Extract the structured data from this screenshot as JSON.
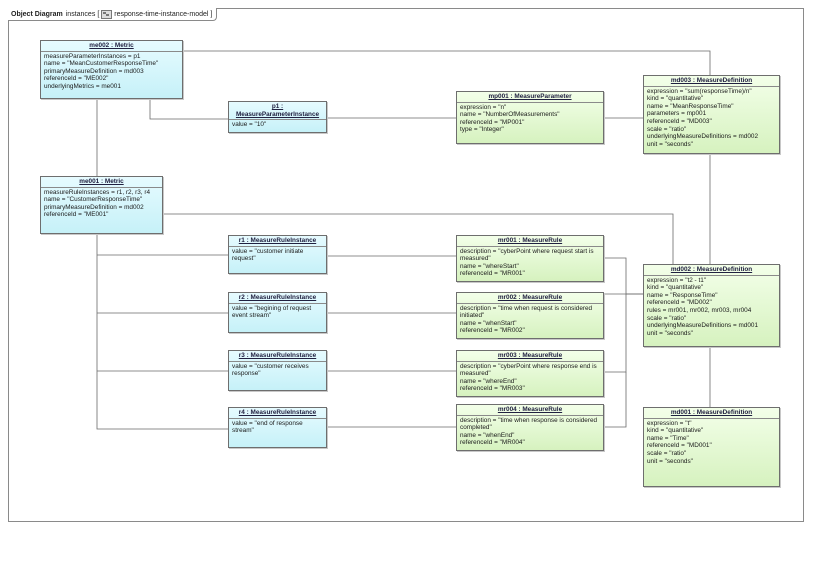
{
  "frame": {
    "kind": "Object Diagram",
    "name": "instances",
    "model": "response-time-instance-model"
  },
  "objects": {
    "me002": {
      "title": "me002 : Metric",
      "attrs": [
        "measureParameterInstances = p1",
        "name = \"MeanCustomerResponseTime\"",
        "primaryMeasureDefinition = md003",
        "referenceId = \"ME002\"",
        "underlyingMetrics = me001"
      ]
    },
    "p1": {
      "title": "p1 : MeasureParameterInstance",
      "attrs": [
        "value = \"10\""
      ]
    },
    "mp001": {
      "title": "mp001 : MeasureParameter",
      "attrs": [
        "expression = \"n\"",
        "name = \"NumberOfMeasurements\"",
        "referenceId = \"MP001\"",
        "type = \"Integer\""
      ]
    },
    "md003": {
      "title": "md003 : MeasureDefinition",
      "attrs": [
        "expression = \"sum(responseTime)/n\"",
        "kind = \"quantitative\"",
        "name = \"MeanResponseTime\"",
        "parameters = mp001",
        "referenceId = \"MD003\"",
        "scale = \"ratio\"",
        "underlyingMeasureDefinitions = md002",
        "unit = \"seconds\""
      ]
    },
    "me001": {
      "title": "me001 : Metric",
      "attrs": [
        "measureRuleInstances = r1, r2, r3, r4",
        "name = \"CustomerResponseTime\"",
        "primaryMeasureDefinition = md002",
        "referenceId = \"ME001\""
      ]
    },
    "r1": {
      "title": "r1 : MeasureRuleInstance",
      "attrs": [
        "value = \"customer initiate request\""
      ]
    },
    "mr001": {
      "title": "mr001 : MeasureRule",
      "attrs": [
        "description = \"cyberPoint where request start is measured\"",
        "name = \"whereStart\"",
        "referenceId = \"MR001\""
      ]
    },
    "md002": {
      "title": "md002 : MeasureDefinition",
      "attrs": [
        "expression = \"t2 - t1\"",
        "kind = \"quantitative\"",
        "name = \"ResponseTime\"",
        "referenceId = \"MD002\"",
        "rules = mr001, mr002, mr003, mr004",
        "scale = \"ratio\"",
        "underlyingMeasureDefinitions = md001",
        "unit = \"seconds\""
      ]
    },
    "r2": {
      "title": "r2 : MeasureRuleInstance",
      "attrs": [
        "value = \"begining of request event stream\""
      ]
    },
    "mr002": {
      "title": "mr002 : MeasureRule",
      "attrs": [
        "description = \"time when request is considered initiated\"",
        "name = \"whenStart\"",
        "referenceId = \"MR002\""
      ]
    },
    "r3": {
      "title": "r3 : MeasureRuleInstance",
      "attrs": [
        "value = \"customer receives response\""
      ]
    },
    "mr003": {
      "title": "mr003 : MeasureRule",
      "attrs": [
        "description = \"cyberPoint where response end is measured\"",
        "name = \"whereEnd\"",
        "referenceId = \"MR003\""
      ]
    },
    "r4": {
      "title": "r4 : MeasureRuleInstance",
      "attrs": [
        "value = \"end of response stream\""
      ]
    },
    "mr004": {
      "title": "mr004 : MeasureRule",
      "attrs": [
        "description = \"time when response is considered completed\"",
        "name = \"whenEnd\"",
        "referenceId = \"MR004\""
      ]
    },
    "md001": {
      "title": "md001 : MeasureDefinition",
      "attrs": [
        "expression = \"t\"",
        "kind = \"quantitative\"",
        "name = \"Time\"",
        "referenceId = \"MD001\"",
        "scale = \"ratio\"",
        "unit = \"seconds\""
      ]
    }
  }
}
